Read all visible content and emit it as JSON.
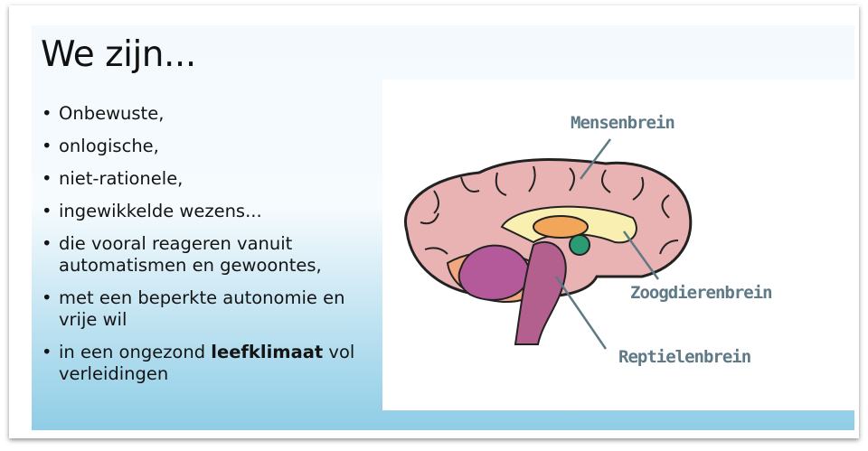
{
  "slide": {
    "title": "We zijn...",
    "bullets": [
      {
        "text": "Onbewuste,"
      },
      {
        "text": "onlogische,"
      },
      {
        "text": "niet-rationele,"
      },
      {
        "text": "ingewikkelde wezens..."
      },
      {
        "text": "die vooral reageren vanuit automatismen en gewoontes,"
      },
      {
        "text": "met een beperkte autonomie en vrije wil"
      },
      {
        "text_before": "in een ongezond ",
        "bold": "leefklimaat",
        "text_after": " vol verleidingen"
      }
    ],
    "brain_labels": {
      "top": "Mensenbrein",
      "middle": "Zoogdierenbrein",
      "bottom": "Reptielenbrein"
    }
  },
  "colors": {
    "label": "#5f7a86",
    "cortex": "#e9b3b3",
    "background_bottom": "#8fcde6"
  }
}
